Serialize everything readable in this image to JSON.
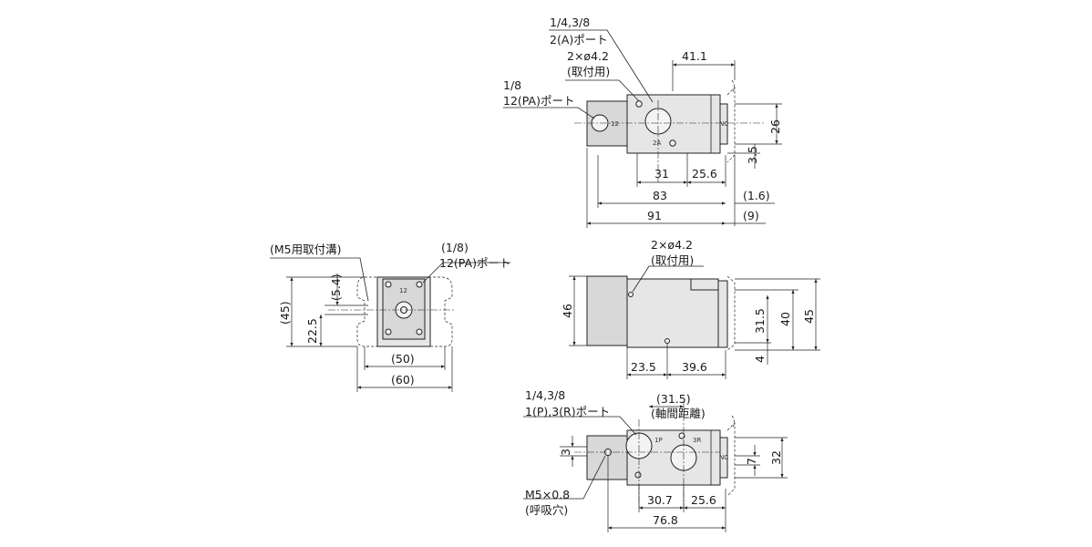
{
  "top_view": {
    "port2_size": "1/4,3/8",
    "port2_label": "2(A)ポート",
    "mount_hole": "2×ø4.2",
    "mount_hole_note": "(取付用)",
    "port12_size": "1/8",
    "port12_label": "12(PA)ポート",
    "dims": {
      "d41_1": "41.1",
      "d26": "26",
      "d3_5": "3.5",
      "d31": "31",
      "d25_6": "25.6",
      "d83": "83",
      "d1_6": "(1.6)",
      "d91": "91",
      "d9": "(9)"
    },
    "marks": {
      "m12": "12",
      "m2a": "2A",
      "nc": "NC"
    }
  },
  "side_view": {
    "groove_label": "(M5用取付溝)",
    "port_size": "(1/8)",
    "port_label": "12(PA)ポート",
    "dims": {
      "d5_4": "(5.4)",
      "d45": "(45)",
      "d22_5": "22.5",
      "d50": "(50)",
      "d60": "(60)"
    },
    "marks": {
      "m12": "12"
    }
  },
  "front_view": {
    "mount_hole": "2×ø4.2",
    "mount_hole_note": "(取付用)",
    "dims": {
      "d46": "46",
      "d31_5": "31.5",
      "d40": "40",
      "d45": "45",
      "d4": "4",
      "d23_5": "23.5",
      "d39_6": "39.6"
    }
  },
  "bottom_view": {
    "port_size": "1/4,3/8",
    "port_label": "1(P),3(R)ポート",
    "axis_dist": "(31.5)",
    "axis_dist_note": "(軸間距離)",
    "pilot": "M5×0.8",
    "pilot_note": "(呼吸穴)",
    "dims": {
      "d3": "3",
      "d7": "7",
      "d32": "32",
      "d30_7": "30.7",
      "d25_6": "25.6",
      "d76_8": "76.8"
    },
    "marks": {
      "m1p": "1P",
      "m3r": "3R",
      "nc": "NC"
    }
  }
}
